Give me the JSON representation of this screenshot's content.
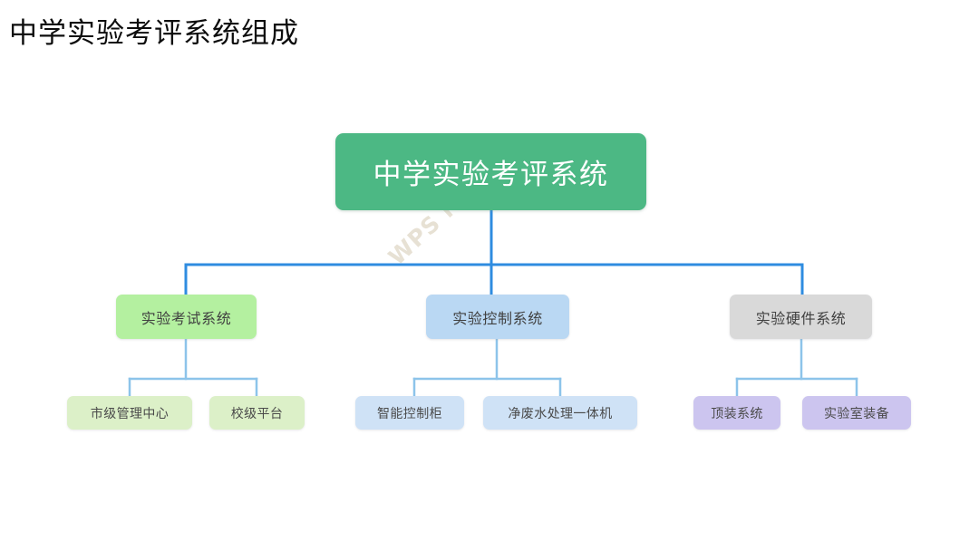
{
  "page": {
    "title": "中学实验考评系统组成",
    "background": "#ffffff"
  },
  "watermark": {
    "text": "WPS Mind",
    "color": "#d8ceba"
  },
  "colors": {
    "root_fill": "#4cb884",
    "root_text": "#ffffff",
    "level2_green": "#b4f0a0",
    "level2_blue": "#bad8f3",
    "level2_gray": "#d9d9d9",
    "level3_green": "#dcf0c8",
    "level3_blue": "#cfe2f6",
    "level3_purple": "#ccc5ef",
    "connector_primary": "#2f8ce0",
    "connector_secondary": "#8dc4ea",
    "node_text": "#404040"
  },
  "diagram": {
    "type": "org-chart",
    "root": {
      "label": "中学实验考评系统"
    },
    "branches": [
      {
        "label": "实验考试系统",
        "color": "green",
        "children": [
          {
            "label": "市级管理中心"
          },
          {
            "label": "校级平台"
          }
        ]
      },
      {
        "label": "实验控制系统",
        "color": "blue",
        "children": [
          {
            "label": "智能控制柜"
          },
          {
            "label": "净废水处理一体机"
          }
        ]
      },
      {
        "label": "实验硬件系统",
        "color": "gray",
        "children": [
          {
            "label": "顶装系统"
          },
          {
            "label": "实验室装备"
          }
        ]
      }
    ]
  }
}
